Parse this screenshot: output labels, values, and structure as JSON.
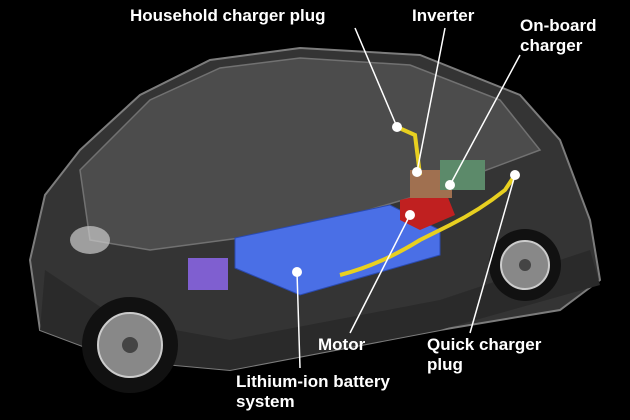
{
  "labels": {
    "household_charger_plug": "Household charger plug",
    "inverter": "Inverter",
    "onboard_charger_line1": "On-board",
    "onboard_charger_line2": "charger",
    "motor": "Motor",
    "quick_charger_line1": "Quick charger",
    "quick_charger_line2": "plug",
    "battery_line1": "Lithium-ion battery",
    "battery_line2": "system"
  },
  "colors": {
    "background": "#000000",
    "battery": "#4a6fe6",
    "inverter": "#a07050",
    "charger": "#5c8a6a",
    "motor": "#c02020",
    "cable": "#e8d020",
    "body": "#555555",
    "aux_box": "#7f5fd0"
  }
}
